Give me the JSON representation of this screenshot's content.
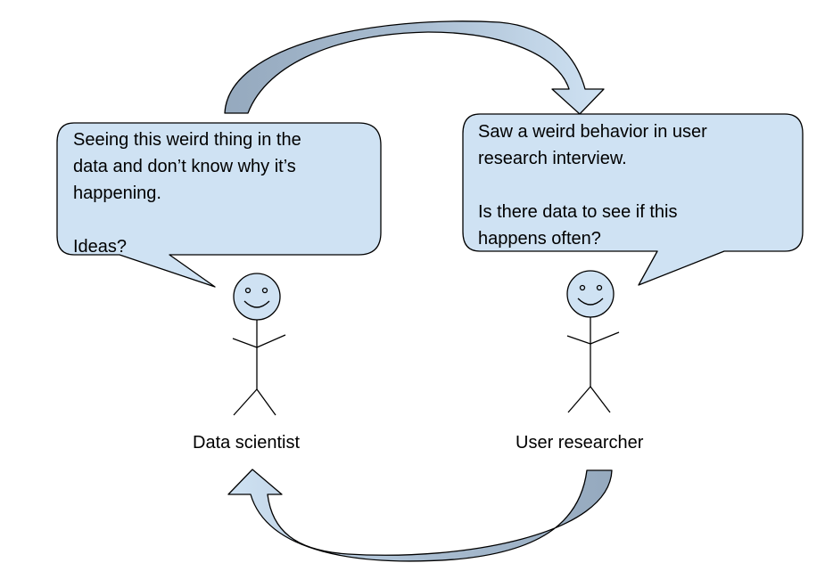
{
  "left_actor": {
    "label": "Data scientist",
    "bubble_lines": [
      "Seeing this weird thing in the",
      "data and don’t know why it’s",
      "happening.",
      "",
      "Ideas?"
    ]
  },
  "right_actor": {
    "label": "User researcher",
    "bubble_lines": [
      "Saw a weird behavior in user",
      "research interview.",
      "",
      "Is there data to see if this",
      "happens often?"
    ]
  },
  "colors": {
    "bubble_fill": "#cfe2f3",
    "bubble_stroke": "#000000",
    "arrow_dark": "#95a9be",
    "arrow_light": "#cfe2f3",
    "face_fill": "#cfe2f3"
  }
}
